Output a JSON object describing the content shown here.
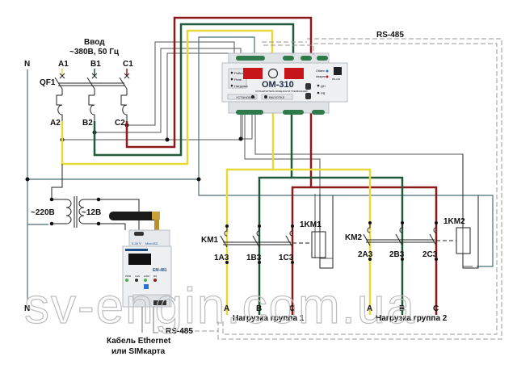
{
  "colors": {
    "phase_a": "#e8d93a",
    "phase_b": "#1f5a3a",
    "phase_c": "#8b1a1a",
    "neutral": "#4a6e7a",
    "control": "#555555",
    "rs485": "#9a9a9a",
    "device_body": "#e6e9ec",
    "display": "#c8151b"
  },
  "input": {
    "title": "Ввод",
    "spec": "~380В, 50 Гц",
    "phases_in": [
      "A1",
      "B1",
      "C1"
    ],
    "phases_out": [
      "A2",
      "B2",
      "C2"
    ],
    "breaker": "QF1"
  },
  "neutral_label": "N",
  "transformer": {
    "primary": "~220В",
    "secondary": "~12В"
  },
  "om310": {
    "model": "ОМ-310",
    "subtitle": "ОГРАНИЧИТЕЛЬ МОЩНОСТИ ТРЕХФАЗНЫЙ",
    "leds_left": [
      "Работа",
      "Реле",
      "Нагрузка"
    ],
    "leds_right": [
      "Обмен",
      "Авария"
    ],
    "relays": [
      "ДН",
      "РВ"
    ],
    "buttons": [
      "УСТАНОВКА",
      "ВКЛ/ОТКЛ"
    ],
    "port": "RS-232"
  },
  "rs485_label": "RS-485",
  "em481": {
    "model": "EM-481",
    "power": "9-30 V",
    "slot": "MicroSD",
    "leds": [
      "PWR",
      "LAN",
      "GSM",
      "RS"
    ],
    "cable_line1": "Кабель Ethernet",
    "cable_line2": "или SIMкарта"
  },
  "groups": [
    {
      "contactor": "KM1",
      "coil": "1KM1",
      "contacts": [
        "1A3",
        "1B3",
        "1C3"
      ],
      "phases": [
        "A",
        "B",
        "C"
      ],
      "name": "Нагрузка группа 1"
    },
    {
      "contactor": "KM2",
      "coil": "1KM2",
      "contacts": [
        "2A3",
        "2B3",
        "2C3"
      ],
      "phases": [
        "A",
        "B",
        "C"
      ],
      "name": "Нагрузка группа 2"
    }
  ],
  "watermark": "sv-engin.com.ua"
}
